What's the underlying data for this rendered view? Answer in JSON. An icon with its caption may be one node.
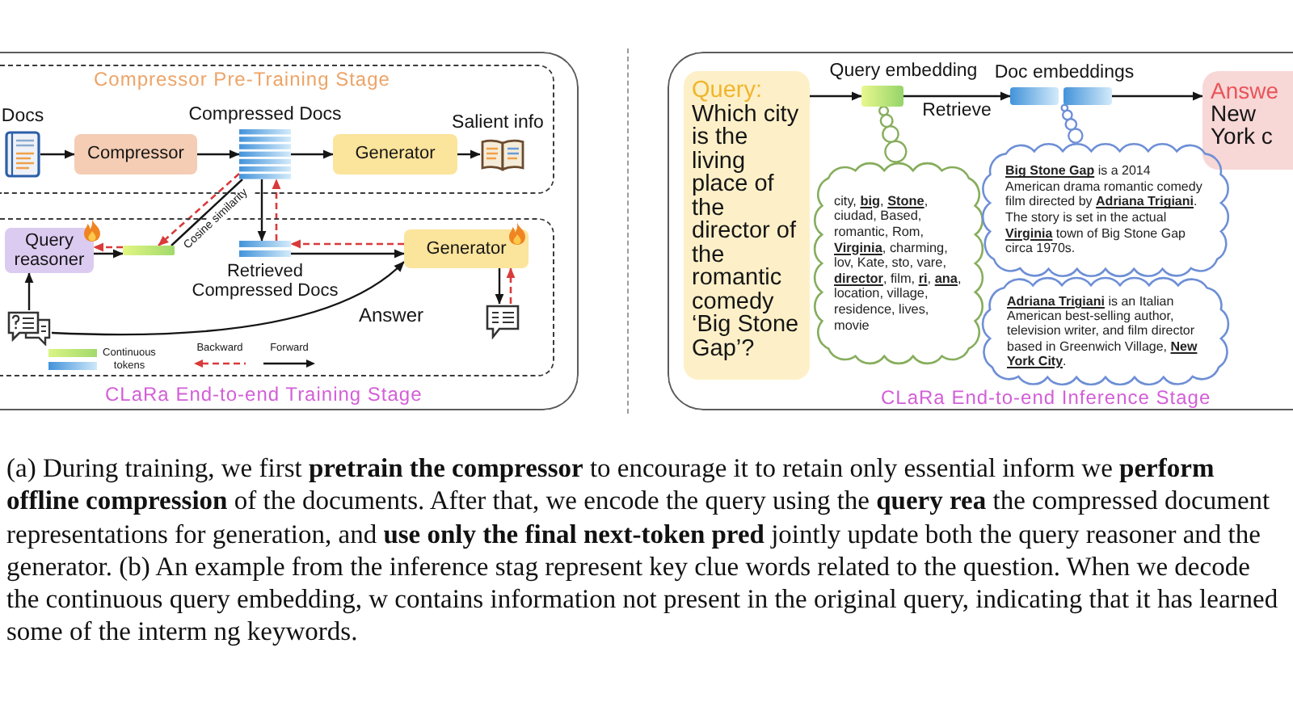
{
  "diagram": {
    "caption": "(a) During training, we first **pretrain the compressor** to encourage it to retain only essential inform we **perform offline compression** of the documents. After that, we encode the query using the **query rea** the compressed document representations for generation, and **use only the final next-token pred** jointly update both the query reasoner and the generator. (b) An example from the inference stag represent key clue words related to the question. When we decode the continuous query embedding, w contains information not present in the original query, indicating that it has learned some of the interm ng keywords.",
    "nodes": [
      {
        "text": [
          "CLaRa End-to-end Training Stage"
        ]
      },
      {
        "text": [
          "Compressor Pre-Training Stage"
        ],
        "in": 0
      },
      {
        "text": [
          "Docs"
        ],
        "in": 1
      },
      {
        "text": [
          "Compressor"
        ],
        "in": 1
      },
      {
        "text": [
          "Compressed Docs"
        ],
        "in": 1
      },
      {
        "text": [
          "Generator"
        ],
        "in": 1
      },
      {
        "text": [
          "Salient info"
        ],
        "in": 1
      },
      {
        "text": [],
        "shape": "box",
        "in": 0
      },
      {
        "text": [
          "Query reasoner"
        ],
        "in": 7
      },
      {
        "text": [],
        "shape": "bar",
        "in": 7
      },
      {
        "text": [
          "Retrieved Compressed Docs"
        ],
        "in": 7
      },
      {
        "text": [
          "Generator"
        ],
        "in": 7
      },
      {
        "text": [],
        "shape": "picture",
        "in": 7
      },
      {
        "text": [],
        "shape": "picture",
        "in": 7
      },
      {
        "text": [
          "CLaRa End-to-end Inference Stage"
        ]
      },
      {
        "text": [
          "Query:",
          "Which city is the living place of the director of the romantic comedy ‘Big Stone Gap’?"
        ],
        "in": 14
      },
      {
        "text": [
          "Query embedding"
        ],
        "in": 14
      },
      {
        "text": [
          "Doc embeddings"
        ],
        "in": 14
      },
      {
        "text": [
          "Answe",
          "New York c"
        ],
        "in": 14
      },
      {
        "text": [
          "city, **big**, **Stone**, ciudad, Based, romantic, Rom, **Virginia**, charming, lov, Kate, sto, vare, **director**, film, **ri**, **ana**, location, village, residence, lives, movie"
        ],
        "in": 14
      },
      {
        "text": [
          "**Big Stone Gap** is a 2014 American drama romantic comedy film directed by **Adriana Trigiani**. The story is set in the actual **Virginia** town of Big Stone Gap circa 1970s."
        ],
        "in": 14
      },
      {
        "text": [
          "**Adriana Trigiani** is an Italian American best-selling author, television writer, and film director based in Greenwich Village, **New York City**."
        ],
        "in": 14
      }
    ],
    "edges": [
      {
        "from": 2,
        "to": 3,
        "arrow": "to"
      },
      {
        "from": 3,
        "to": 4,
        "arrow": "to"
      },
      {
        "from": 4,
        "to": 5,
        "arrow": "to"
      },
      {
        "from": 5,
        "to": 6,
        "arrow": "to"
      },
      {
        "from": 4,
        "to": 10,
        "arrow": "to"
      },
      {
        "from": 10,
        "to": 4,
        "arrow": "to",
        "style": "dashed",
        "color": "#d93a3a"
      },
      {
        "from": 9,
        "to": 4,
        "arrow": "none",
        "label": "Cosine similarity"
      },
      {
        "from": 4,
        "to": 9,
        "arrow": "to",
        "style": "dashed",
        "color": "#d93a3a"
      },
      {
        "from": 12,
        "to": 8,
        "arrow": "to"
      },
      {
        "from": 8,
        "to": 9,
        "arrow": "to"
      },
      {
        "from": 9,
        "to": 8,
        "arrow": "to",
        "style": "dashed",
        "color": "#d93a3a"
      },
      {
        "from": 10,
        "to": 11,
        "arrow": "to"
      },
      {
        "from": 11,
        "to": 10,
        "arrow": "to",
        "style": "dashed",
        "color": "#d93a3a"
      },
      {
        "from": 12,
        "to": 11,
        "arrow": "to"
      },
      {
        "from": 11,
        "to": 13,
        "arrow": "to"
      },
      {
        "from": 13,
        "to": 11,
        "arrow": "to",
        "style": "dashed",
        "color": "#d93a3a"
      },
      {
        "from": 15,
        "to": 16,
        "arrow": "to"
      },
      {
        "from": 16,
        "to": 17,
        "arrow": "to",
        "label": "Retrieve"
      },
      {
        "from": 17,
        "to": 18,
        "arrow": "to"
      },
      {
        "from": 16,
        "to": 19,
        "arrow": "none",
        "color": "#86ad5c"
      },
      {
        "from": 17,
        "to": 20,
        "arrow": "none",
        "color": "#6e8fd6"
      }
    ],
    "labels": [
      "Answer"
    ],
    "legend": [
      {
        "text": "Continuous tokens"
      },
      {
        "text": "Backward"
      },
      {
        "text": "Forward"
      }
    ]
  }
}
